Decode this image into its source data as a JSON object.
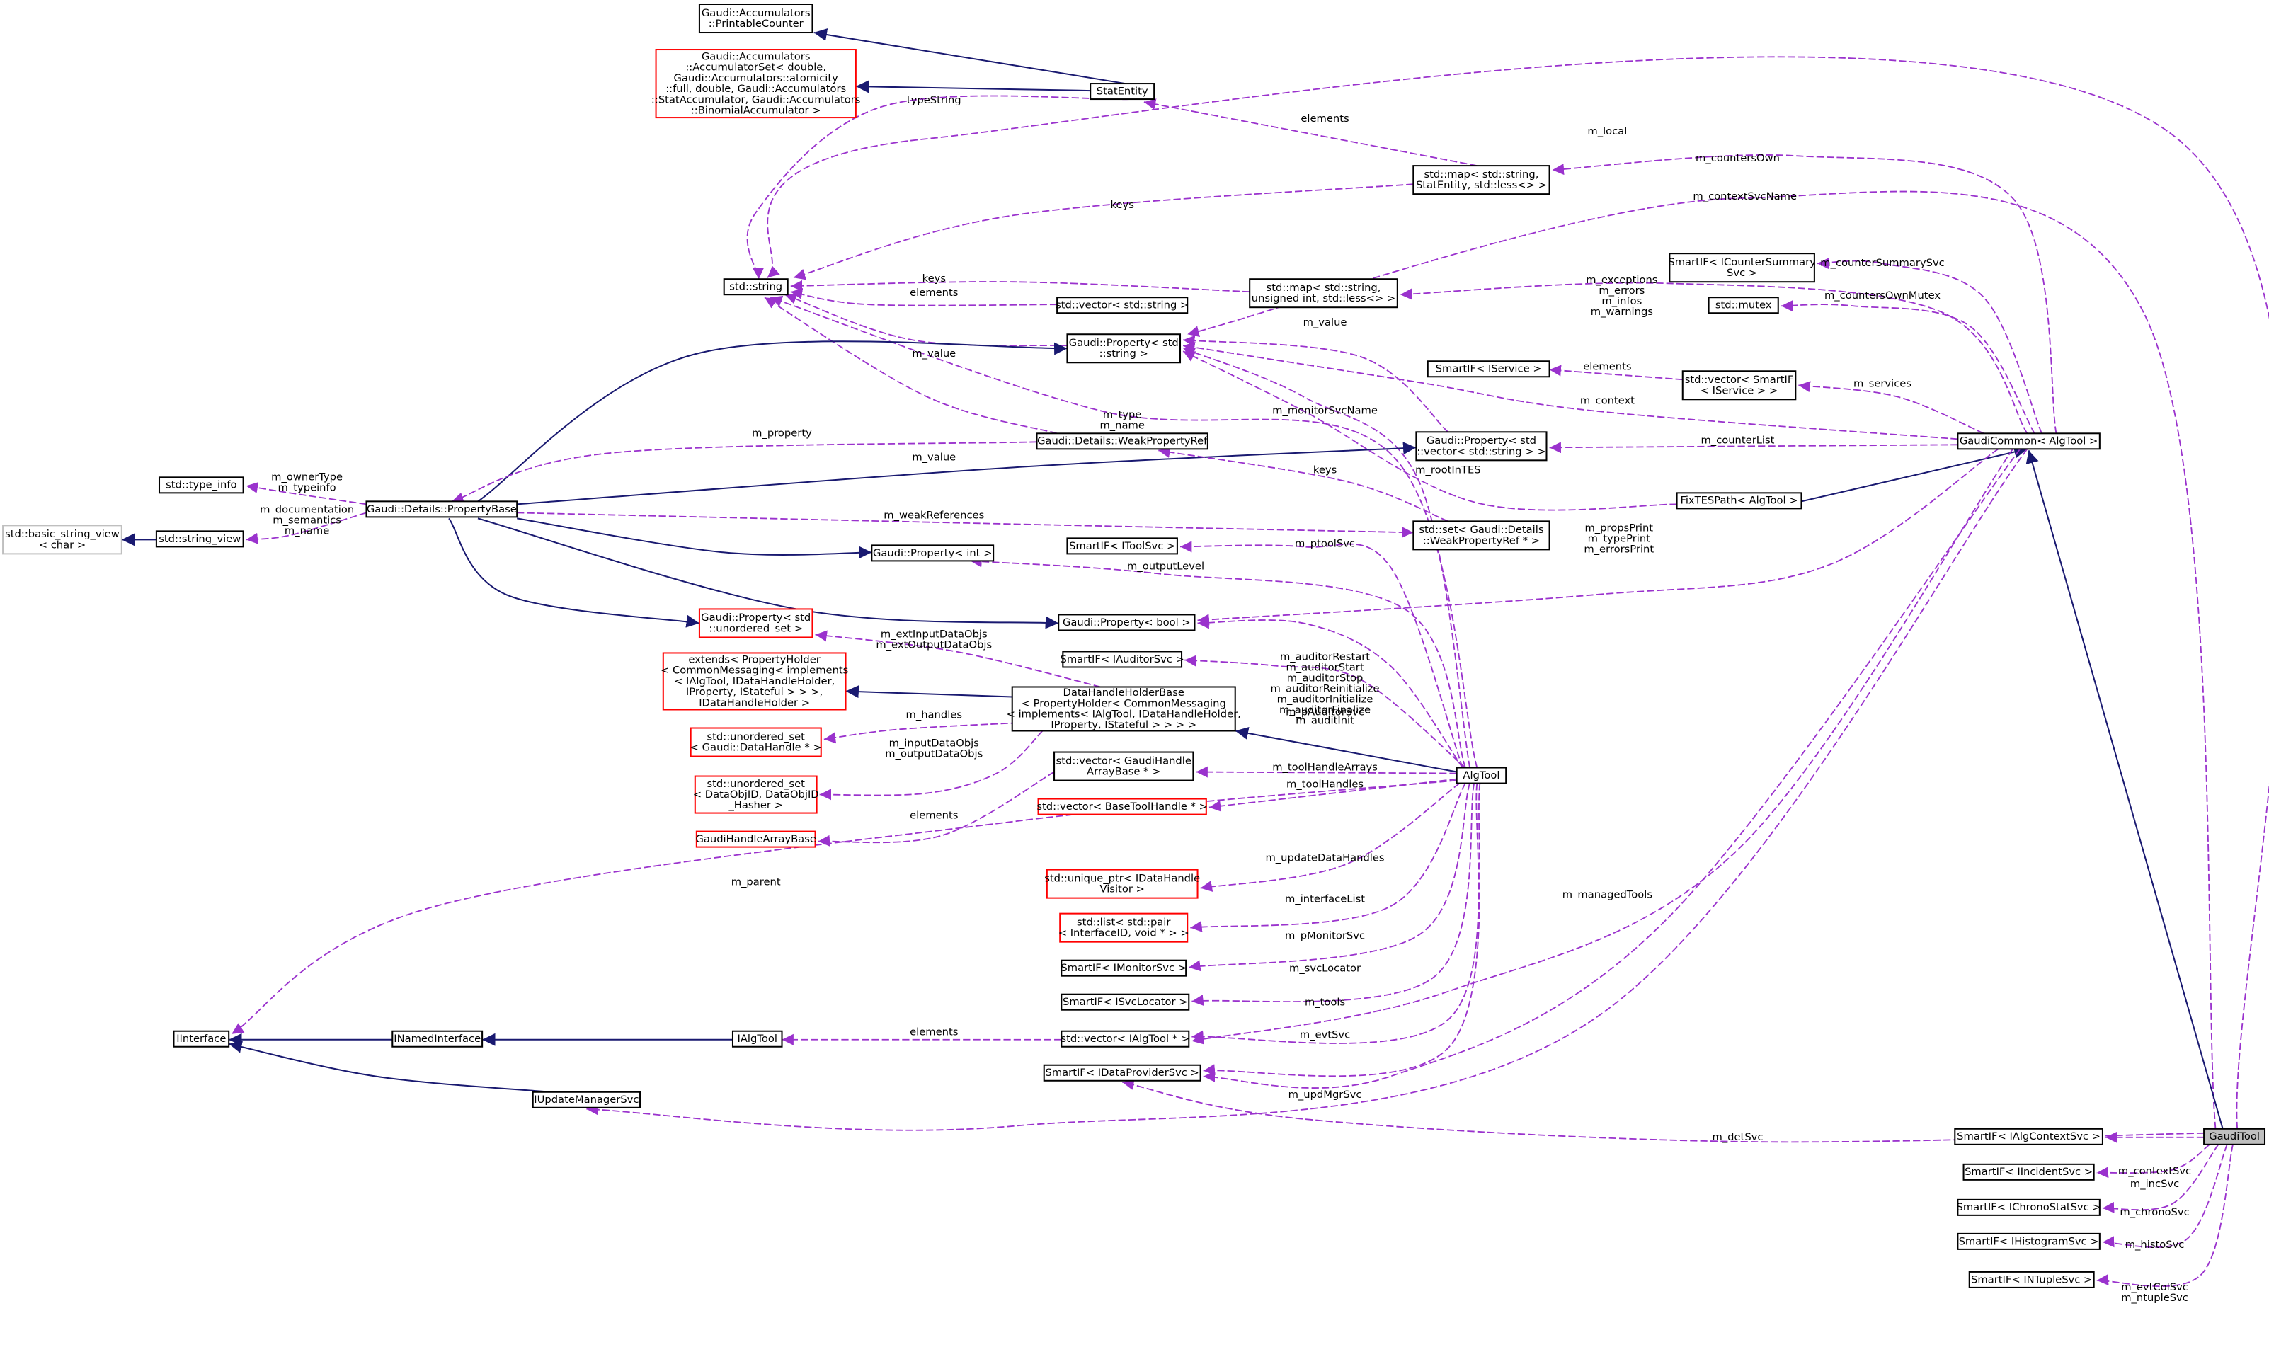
{
  "nodes": [
    {
      "id": "printable",
      "lines": [
        "Gaudi::Accumulators",
        "::PrintableCounter"
      ]
    },
    {
      "id": "accset",
      "style": "red",
      "lines": [
        "Gaudi::Accumulators",
        "::AccumulatorSet< double,",
        "Gaudi::Accumulators::atomicity",
        "::full, double, Gaudi::Accumulators",
        "::StatAccumulator, Gaudi::Accumulators",
        "::BinomialAccumulator >"
      ]
    },
    {
      "id": "statentity",
      "lines": [
        "StatEntity"
      ]
    },
    {
      "id": "mapstat",
      "lines": [
        "std::map< std::string,",
        "StatEntity, std::less<> >"
      ]
    },
    {
      "id": "string",
      "lines": [
        "std::string"
      ]
    },
    {
      "id": "mapuint",
      "lines": [
        "std::map< std::string,",
        "unsigned int, std::less<> >"
      ]
    },
    {
      "id": "vecstr",
      "lines": [
        "std::vector< std::string >"
      ]
    },
    {
      "id": "propstr",
      "lines": [
        "Gaudi::Property< std",
        "::string >"
      ]
    },
    {
      "id": "sicounter",
      "lines": [
        "SmartIF< ICounterSummary",
        "Svc >"
      ]
    },
    {
      "id": "mutex",
      "lines": [
        "std::mutex"
      ]
    },
    {
      "id": "siservice",
      "lines": [
        "SmartIF< IService >"
      ]
    },
    {
      "id": "vecsiservice",
      "lines": [
        "std::vector< SmartIF",
        "< IService > >"
      ]
    },
    {
      "id": "weakref",
      "lines": [
        "Gaudi::Details::WeakPropertyRef"
      ]
    },
    {
      "id": "propvecstr",
      "lines": [
        "Gaudi::Property< std",
        "::vector< std::string > >"
      ]
    },
    {
      "id": "gaudicommon",
      "lines": [
        "GaudiCommon< AlgTool >"
      ]
    },
    {
      "id": "typeinfo",
      "lines": [
        "std::type_info"
      ]
    },
    {
      "id": "propbase",
      "lines": [
        "Gaudi::Details::PropertyBase"
      ]
    },
    {
      "id": "bsv",
      "style": "gray",
      "lines": [
        "std::basic_string_view",
        "< char >"
      ]
    },
    {
      "id": "sv",
      "lines": [
        "std::string_view"
      ]
    },
    {
      "id": "setweak",
      "lines": [
        "std::set< Gaudi::Details",
        "::WeakPropertyRef * >"
      ]
    },
    {
      "id": "fixtes",
      "lines": [
        "FixTESPath< AlgTool >"
      ]
    },
    {
      "id": "sitoolsvc",
      "lines": [
        "SmartIF< IToolSvc >"
      ]
    },
    {
      "id": "propint",
      "lines": [
        "Gaudi::Property< int >"
      ]
    },
    {
      "id": "propunset",
      "style": "red",
      "lines": [
        "Gaudi::Property< std",
        "::unordered_set >"
      ]
    },
    {
      "id": "propbool",
      "lines": [
        "Gaudi::Property< bool >"
      ]
    },
    {
      "id": "extends",
      "style": "red",
      "lines": [
        "extends< PropertyHolder",
        "< CommonMessaging< implements",
        "< IAlgTool, IDataHandleHolder,",
        "IProperty, IStateful > > >,",
        "IDataHandleHolder >"
      ]
    },
    {
      "id": "siauditor",
      "lines": [
        "SmartIF< IAuditorSvc >"
      ]
    },
    {
      "id": "dhhb",
      "lines": [
        "DataHandleHolderBase",
        "< PropertyHolder< CommonMessaging",
        "< implements< IAlgTool, IDataHandleHolder,",
        "IProperty, IStateful > > > >"
      ]
    },
    {
      "id": "unsetdh",
      "style": "red",
      "lines": [
        "std::unordered_set",
        "< Gaudi::DataHandle * >"
      ]
    },
    {
      "id": "vecgha",
      "lines": [
        "std::vector< GaudiHandle",
        "ArrayBase * >"
      ]
    },
    {
      "id": "algtool",
      "lines": [
        "AlgTool"
      ]
    },
    {
      "id": "unsetdo",
      "style": "red",
      "lines": [
        "std::unordered_set",
        "< DataObjID, DataObjID",
        "_Hasher >"
      ]
    },
    {
      "id": "vecbth",
      "style": "red",
      "lines": [
        "std::vector< BaseToolHandle * >"
      ]
    },
    {
      "id": "ghab",
      "style": "red",
      "lines": [
        "GaudiHandleArrayBase"
      ]
    },
    {
      "id": "uptr",
      "style": "red",
      "lines": [
        "std::unique_ptr< IDataHandle",
        "Visitor >"
      ]
    },
    {
      "id": "listpair",
      "style": "red",
      "lines": [
        "std::list< std::pair",
        "< InterfaceID, void * > >"
      ]
    },
    {
      "id": "simonitor",
      "lines": [
        "SmartIF< IMonitorSvc >"
      ]
    },
    {
      "id": "sisvclocator",
      "lines": [
        "SmartIF< ISvcLocator >"
      ]
    },
    {
      "id": "iinterface",
      "lines": [
        "IInterface"
      ]
    },
    {
      "id": "inamed",
      "lines": [
        "INamedInterface"
      ]
    },
    {
      "id": "ialgtool",
      "lines": [
        "IAlgTool"
      ]
    },
    {
      "id": "vecialgtool",
      "lines": [
        "std::vector< IAlgTool * >"
      ]
    },
    {
      "id": "sidataprov",
      "lines": [
        "SmartIF< IDataProviderSvc >"
      ]
    },
    {
      "id": "iupdmgr",
      "lines": [
        "IUpdateManagerSvc"
      ]
    },
    {
      "id": "gauditool",
      "style": "highlight",
      "lines": [
        "GaudiTool"
      ]
    },
    {
      "id": "sialgctx",
      "lines": [
        "SmartIF< IAlgContextSvc >"
      ]
    },
    {
      "id": "siincident",
      "lines": [
        "SmartIF< IIncidentSvc >"
      ]
    },
    {
      "id": "sichrono",
      "lines": [
        "SmartIF< IChronoStatSvc >"
      ]
    },
    {
      "id": "sihisto",
      "lines": [
        "SmartIF< IHistogramSvc >"
      ]
    },
    {
      "id": "sintuple",
      "lines": [
        "SmartIF< INTupleSvc >"
      ]
    }
  ],
  "edge_labels": [
    [
      "typeString"
    ],
    [
      "elements"
    ],
    [
      "m_local"
    ],
    [
      "m_countersOwn"
    ],
    [
      "keys"
    ],
    [
      "m_contextSvcName"
    ],
    [
      "m_counterSummarySvc"
    ],
    [
      "m_exceptions",
      "m_errors",
      "m_infos",
      "m_warnings"
    ],
    [
      "m_countersOwnMutex"
    ],
    [
      "keys"
    ],
    [
      "elements"
    ],
    [
      "m_value"
    ],
    [
      "m_value"
    ],
    [
      "elements"
    ],
    [
      "m_services"
    ],
    [
      "m_type",
      "m_name"
    ],
    [
      "m_context"
    ],
    [
      "m_monitorSvcName"
    ],
    [
      "m_value"
    ],
    [
      "m_counterList"
    ],
    [
      "m_property"
    ],
    [
      "keys"
    ],
    [
      "m_rootInTES"
    ],
    [
      "m_ownerType",
      "m_typeinfo"
    ],
    [
      "m_documentation",
      "m_semantics",
      "m_name"
    ],
    [
      "m_weakReferences"
    ],
    [
      "m_propsPrint",
      "m_typePrint",
      "m_errorsPrint"
    ],
    [
      "m_ptoolSvc"
    ],
    [
      "m_outputLevel"
    ],
    [
      "m_auditorRestart",
      "m_auditorStart",
      "m_auditorStop",
      "m_auditorReinitialize",
      "m_auditorInitialize",
      "m_auditorFinalize",
      "m_auditInit"
    ],
    [
      "m_extInputDataObjs",
      "m_extOutputDataObjs"
    ],
    [
      "m_pAuditorSvc"
    ],
    [
      "m_handles"
    ],
    [
      "m_inputDataObjs",
      "m_outputDataObjs"
    ],
    [
      "m_toolHandleArrays"
    ],
    [
      "m_toolHandles"
    ],
    [
      "elements"
    ],
    [
      "m_updateDataHandles"
    ],
    [
      "m_parent"
    ],
    [
      "m_managedTools"
    ],
    [
      "m_interfaceList"
    ],
    [
      "m_pMonitorSvc"
    ],
    [
      "m_svcLocator"
    ],
    [
      "m_tools"
    ],
    [
      "elements"
    ],
    [
      "m_evtSvc"
    ],
    [
      "m_updMgrSvc"
    ],
    [
      "m_detSvc"
    ],
    [
      "m_contextSvc"
    ],
    [
      "m_incSvc"
    ],
    [
      "m_chronoSvc"
    ],
    [
      "m_histoSvc"
    ],
    [
      "m_evtColSvc",
      "m_ntupleSvc"
    ]
  ]
}
